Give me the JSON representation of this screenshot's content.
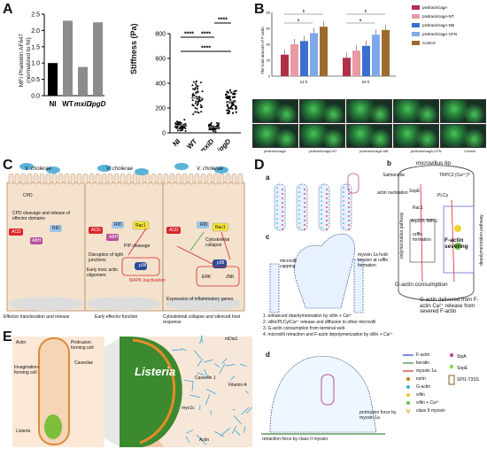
{
  "panels": {
    "A": {
      "label": "A",
      "bar": {
        "ylabel_line1": "MFI Phaloidin AF647",
        "ylabel_line2": "(normalized to NI)",
        "categories": [
          "NI",
          "WT",
          "mxiD",
          "ipgD"
        ],
        "yticks": [
          "0.0",
          "0.5",
          "1.0",
          "1.5",
          "2.0",
          "2.5"
        ]
      },
      "scatter": {
        "ylabel": "Stiffness (Pa)",
        "categories": [
          "NI",
          "WT",
          "mxiD",
          "ipgD"
        ],
        "yticks": [
          "0",
          "200",
          "400",
          "600",
          "800"
        ],
        "sig": [
          "****",
          "****",
          "****",
          "****"
        ]
      }
    },
    "B": {
      "label": "B",
      "ylabel": "The total amount of F-actin",
      "xgroups": [
        "12 h",
        "24 h"
      ],
      "legend": [
        "pIvitrack/cagA",
        "pIvitrack/cagA-NT",
        "pIvitrack/cagA-NB",
        "pIvitrack/cagA-CFN",
        "Control"
      ],
      "sig": [
        "a",
        "b",
        "a",
        "b"
      ],
      "micro_labels": [
        "pIvitrack/cagA",
        "pIvitrack/cagA-NT",
        "pIvitrack/cagA-NB",
        "pIvitrack/cagA-CFN",
        "Control"
      ]
    },
    "C": {
      "label": "C",
      "species": [
        "V. cholerae",
        "V. cholerae",
        "V. cholerae"
      ],
      "captions": [
        "Effector translocation and release",
        "Early effector function",
        "Cytoskeletal collapse and silenced host response"
      ],
      "labels": {
        "cpd_cleavage": "CPD cleavage and release of effector domains",
        "acd": "ACD",
        "rid": "RID",
        "abh": "ABH",
        "rac1": "Rac1",
        "pip": "PIP cleavage",
        "tight": "Disruption of tight junctions",
        "toxic": "Early toxic actin oligomers",
        "collapse": "Cytoskeletal collapse",
        "p38": "p38",
        "erk": "ERK",
        "jnk": "JNK",
        "mapk": "MAPK inactivation",
        "inflam": "Expression of inflammatory genes",
        "cpd": "CPD"
      }
    },
    "D": {
      "label": "D",
      "sub": [
        "a",
        "b",
        "c",
        "d"
      ],
      "tip": "microvillus tip",
      "myosin_hold": "myosin 1a hold tension at ruffle formation",
      "capping": "microvilli capping",
      "steps": [
        "1. enhanced depolymerisation by villin + Ca²⁺",
        "2. villin/PLCγ/Ca²⁺ release and diffusion to other microvilli",
        "3. G-actin consumption from terminal web",
        "4. microvilli retraction and F-actin depolymerization by villin + Ca²⁺"
      ],
      "protrusion": "protrusion force by myosin 1a",
      "retraction": "retraction force by class II myosin",
      "salmonella": "Salmonella",
      "actin_nucleation": "actin nucleation",
      "trpc3": "TRPC3 (Ca²⁺)?",
      "sope": "SopE",
      "plc": "PLCγ",
      "rac1": "Rac1",
      "arp": "Arp2/3, IMFG",
      "ruffle": "ruffle formation",
      "poly": "polymerization pathway",
      "depoly": "depolymerization pathway",
      "severing": "F-actin severing",
      "gconsume": "G-actin consumption",
      "gdeliver": "G-actin delivered from F-actin Ca²⁺ release from severed F-actin",
      "legend": [
        "F-actin",
        "keratin",
        "myosin 1a",
        "ezrin",
        "G-actin",
        "villin",
        "villin + Ca²⁺",
        "class II myosin",
        "SipA",
        "SopE",
        "SPI1-T3SS"
      ]
    },
    "E": {
      "label": "E",
      "labels": {
        "actin": "Actin",
        "protrusion": "Protrusion forming cell",
        "caveolae": "Caveolae",
        "invagination": "Invagination-forming cell",
        "listeria": "Listeria",
        "listeria_big": "Listeria",
        "mdia": "mDia1",
        "cav1": "Caveolin 1",
        "filamin": "Filamin A",
        "myo1c": "myo1c",
        "actin2": "Actin"
      }
    }
  },
  "colors": {
    "bar_ni": "#000000",
    "bar_wt": "#8c8c8c",
    "bar_mxid": "#8c8c8c",
    "bar_ipgd": "#8c8c8c",
    "b_series": [
      "#b0304a",
      "#e89aa6",
      "#3b6fd0",
      "#7fa8e8",
      "#9c6b2f"
    ],
    "cell": "#f4e2cc",
    "bacteria": "#5bb3d8",
    "micro_bg": "#0b1a12",
    "micro_green": "#3fbf4a"
  },
  "chart_data": [
    {
      "type": "bar",
      "title": "",
      "categories": [
        "NI",
        "WT",
        "mxiD",
        "ipgD"
      ],
      "values": [
        1.0,
        2.3,
        0.88,
        2.25
      ],
      "ylabel": "MFI Phaloidin AF647 (normalized to NI)",
      "ylim": [
        0,
        2.5
      ]
    },
    {
      "type": "scatter",
      "title": "",
      "categories": [
        "NI",
        "WT",
        "mxiD",
        "ipgD"
      ],
      "means": [
        60,
        280,
        45,
        250
      ],
      "ylabel": "Stiffness (Pa)",
      "ylim": [
        0,
        800
      ]
    },
    {
      "type": "bar",
      "title": "",
      "categories": [
        "12 h",
        "24 h"
      ],
      "series": [
        {
          "name": "pIvitrack/cagA",
          "values": [
            27,
            23
          ]
        },
        {
          "name": "pIvitrack/cagA-NT",
          "values": [
            40,
            32
          ]
        },
        {
          "name": "pIvitrack/cagA-NB",
          "values": [
            44,
            38
          ]
        },
        {
          "name": "pIvitrack/cagA-CFN",
          "values": [
            54,
            52
          ]
        },
        {
          "name": "Control",
          "values": [
            62,
            58
          ]
        }
      ],
      "ylabel": "The total amount of F-actin",
      "ylim": [
        0,
        80
      ]
    }
  ]
}
